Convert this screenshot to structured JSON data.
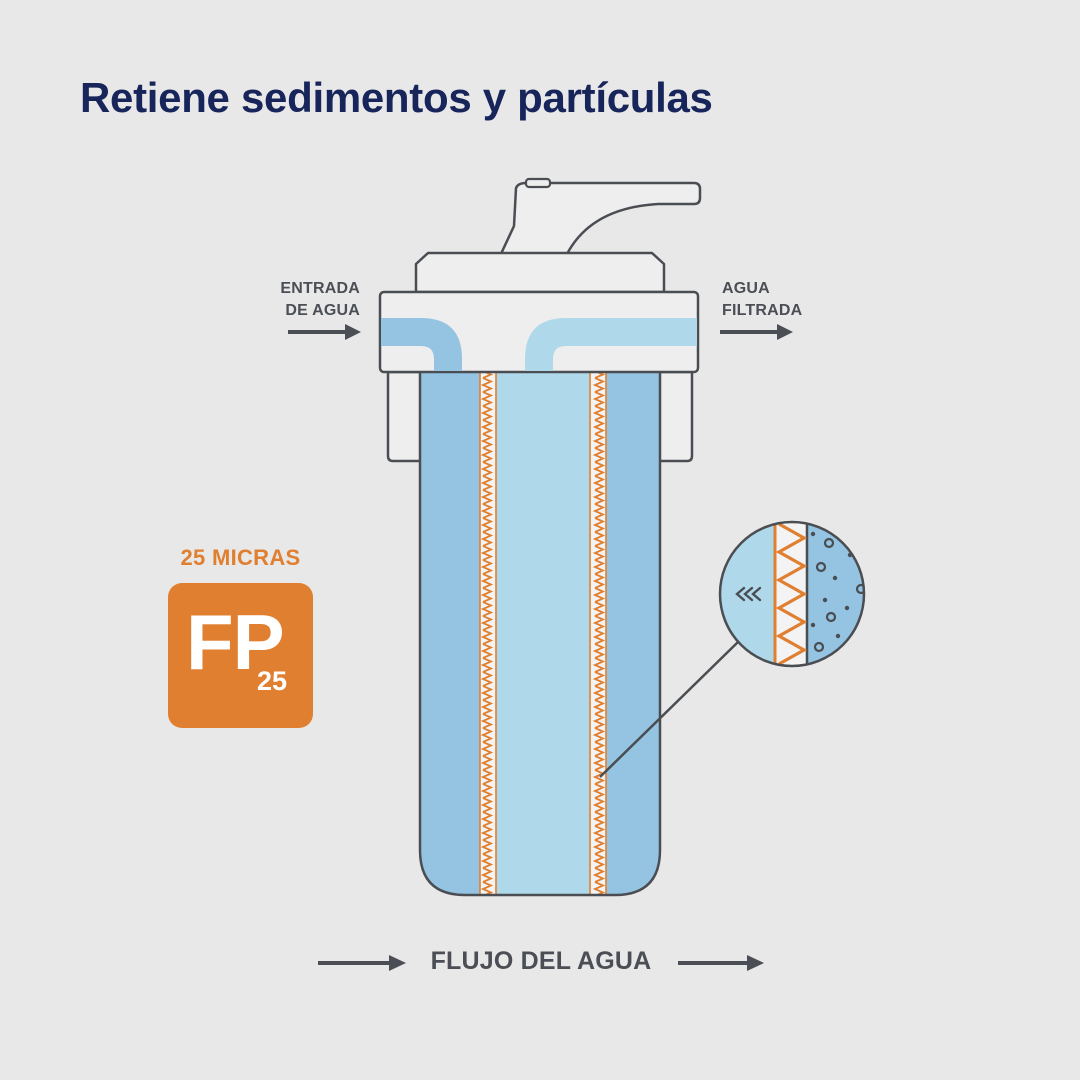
{
  "title": "Retiene sedimentos y partículas",
  "inlet": {
    "line1": "ENTRADA",
    "line2": "DE AGUA"
  },
  "outlet": {
    "line1": "AGUA",
    "line2": "FILTRADA"
  },
  "flow_label": "FLUJO DEL AGUA",
  "badge": {
    "caption": "25 MICRAS",
    "code": "FP",
    "subscript": "25"
  },
  "colors": {
    "background": "#e8e8e8",
    "title": "#17255a",
    "text": "#4b4f55",
    "outline": "#4a4d52",
    "water_dark": "#94c4e2",
    "water_light": "#afd9ea",
    "housing": "#eeeeee",
    "accent": "#e07f30"
  },
  "icons": [
    "right-arrow-icon",
    "chevron-left-double-icon"
  ]
}
